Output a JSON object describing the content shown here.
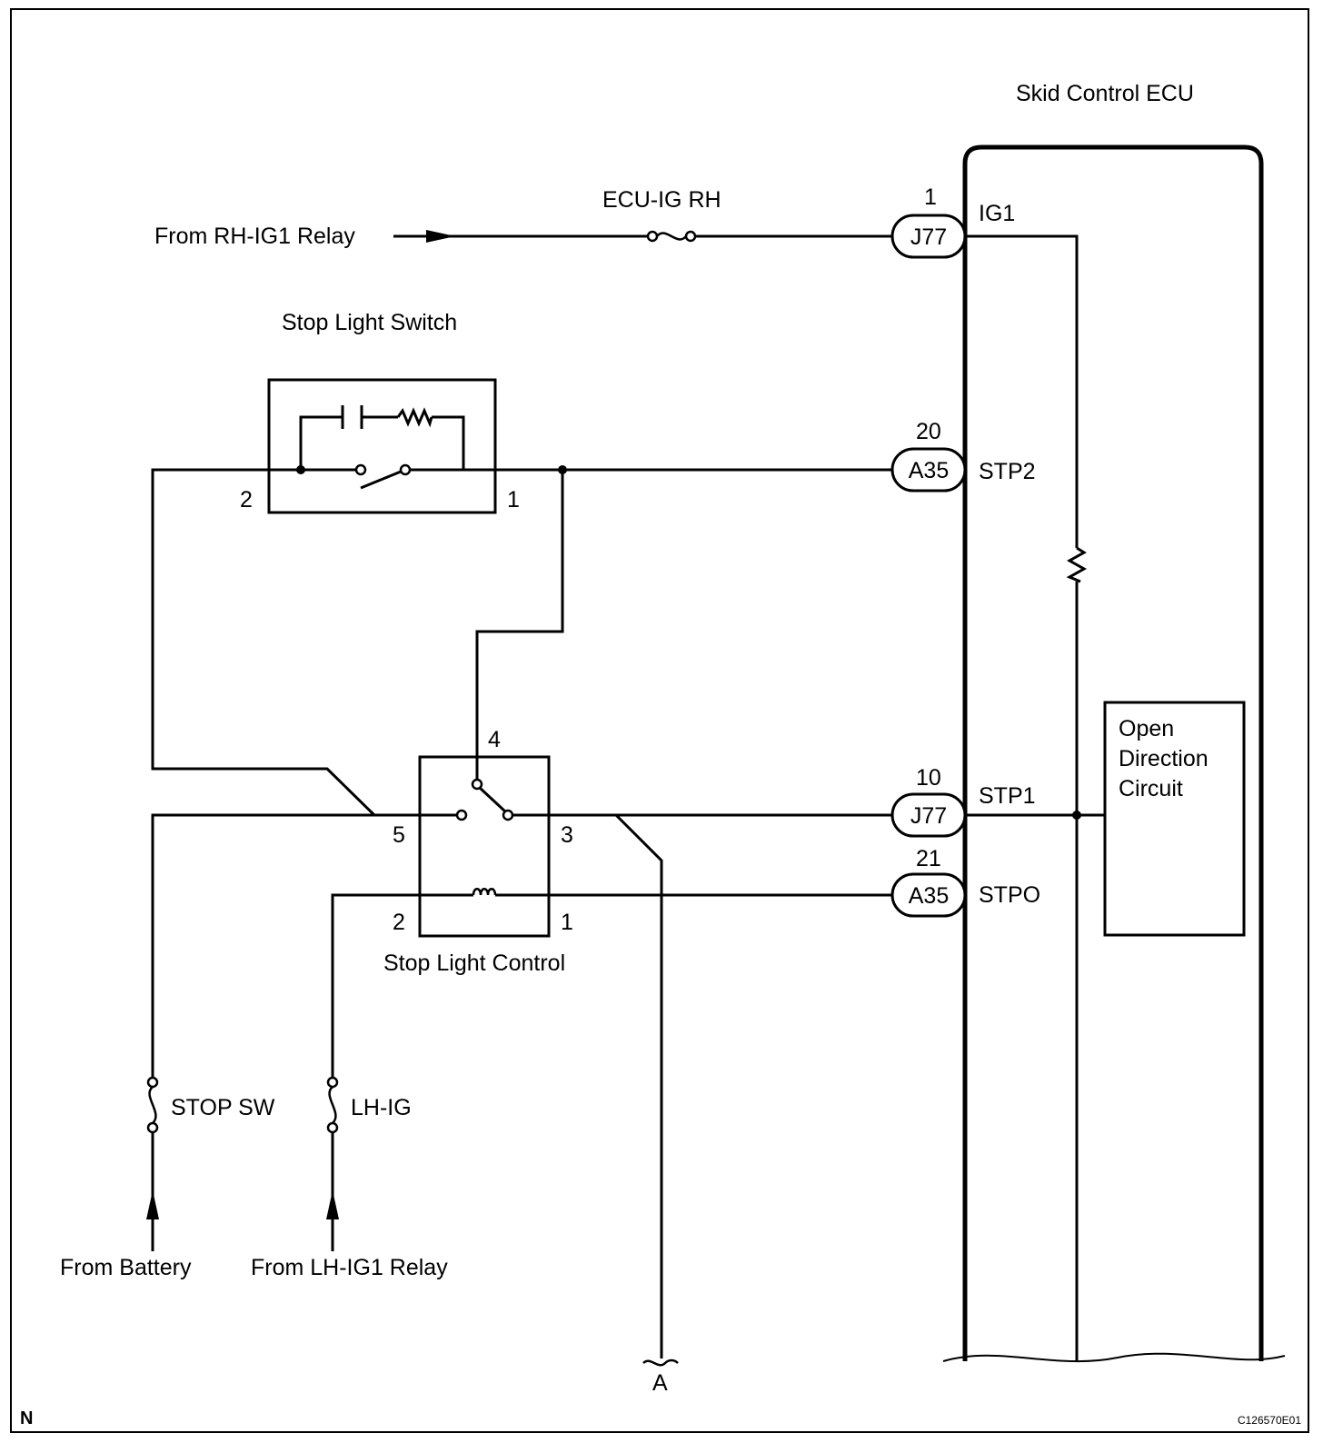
{
  "ecu": {
    "title": "Skid Control ECU",
    "terminals": {
      "ig1": "IG1",
      "stp2": "STP2",
      "stp1": "STP1",
      "stpo": "STPO"
    },
    "inner_block": [
      "Open",
      "Direction",
      "Circuit"
    ]
  },
  "connectors": {
    "j77_ig1": {
      "code": "J77",
      "pin": "1"
    },
    "a35_stp2": {
      "code": "A35",
      "pin": "20"
    },
    "j77_stp1": {
      "code": "J77",
      "pin": "10"
    },
    "a35_stpo": {
      "code": "A35",
      "pin": "21"
    }
  },
  "sources": {
    "rh_ig1": "From RH-IG1 Relay",
    "battery": "From Battery",
    "lh_ig1": "From LH-IG1 Relay"
  },
  "fuses": {
    "ecu_ig_rh": "ECU-IG RH",
    "stop_sw": "STOP SW",
    "lh_ig": "LH-IG"
  },
  "stop_light_switch": {
    "title": "Stop Light Switch",
    "pin_left": "2",
    "pin_right": "1"
  },
  "stop_light_control": {
    "title": "Stop Light Control",
    "pin_top": "4",
    "pin_left_upper": "5",
    "pin_right_upper": "3",
    "pin_left_lower": "2",
    "pin_right_lower": "1"
  },
  "continuation": "A",
  "corner_mark": "N",
  "figure_code": "C126570E01"
}
